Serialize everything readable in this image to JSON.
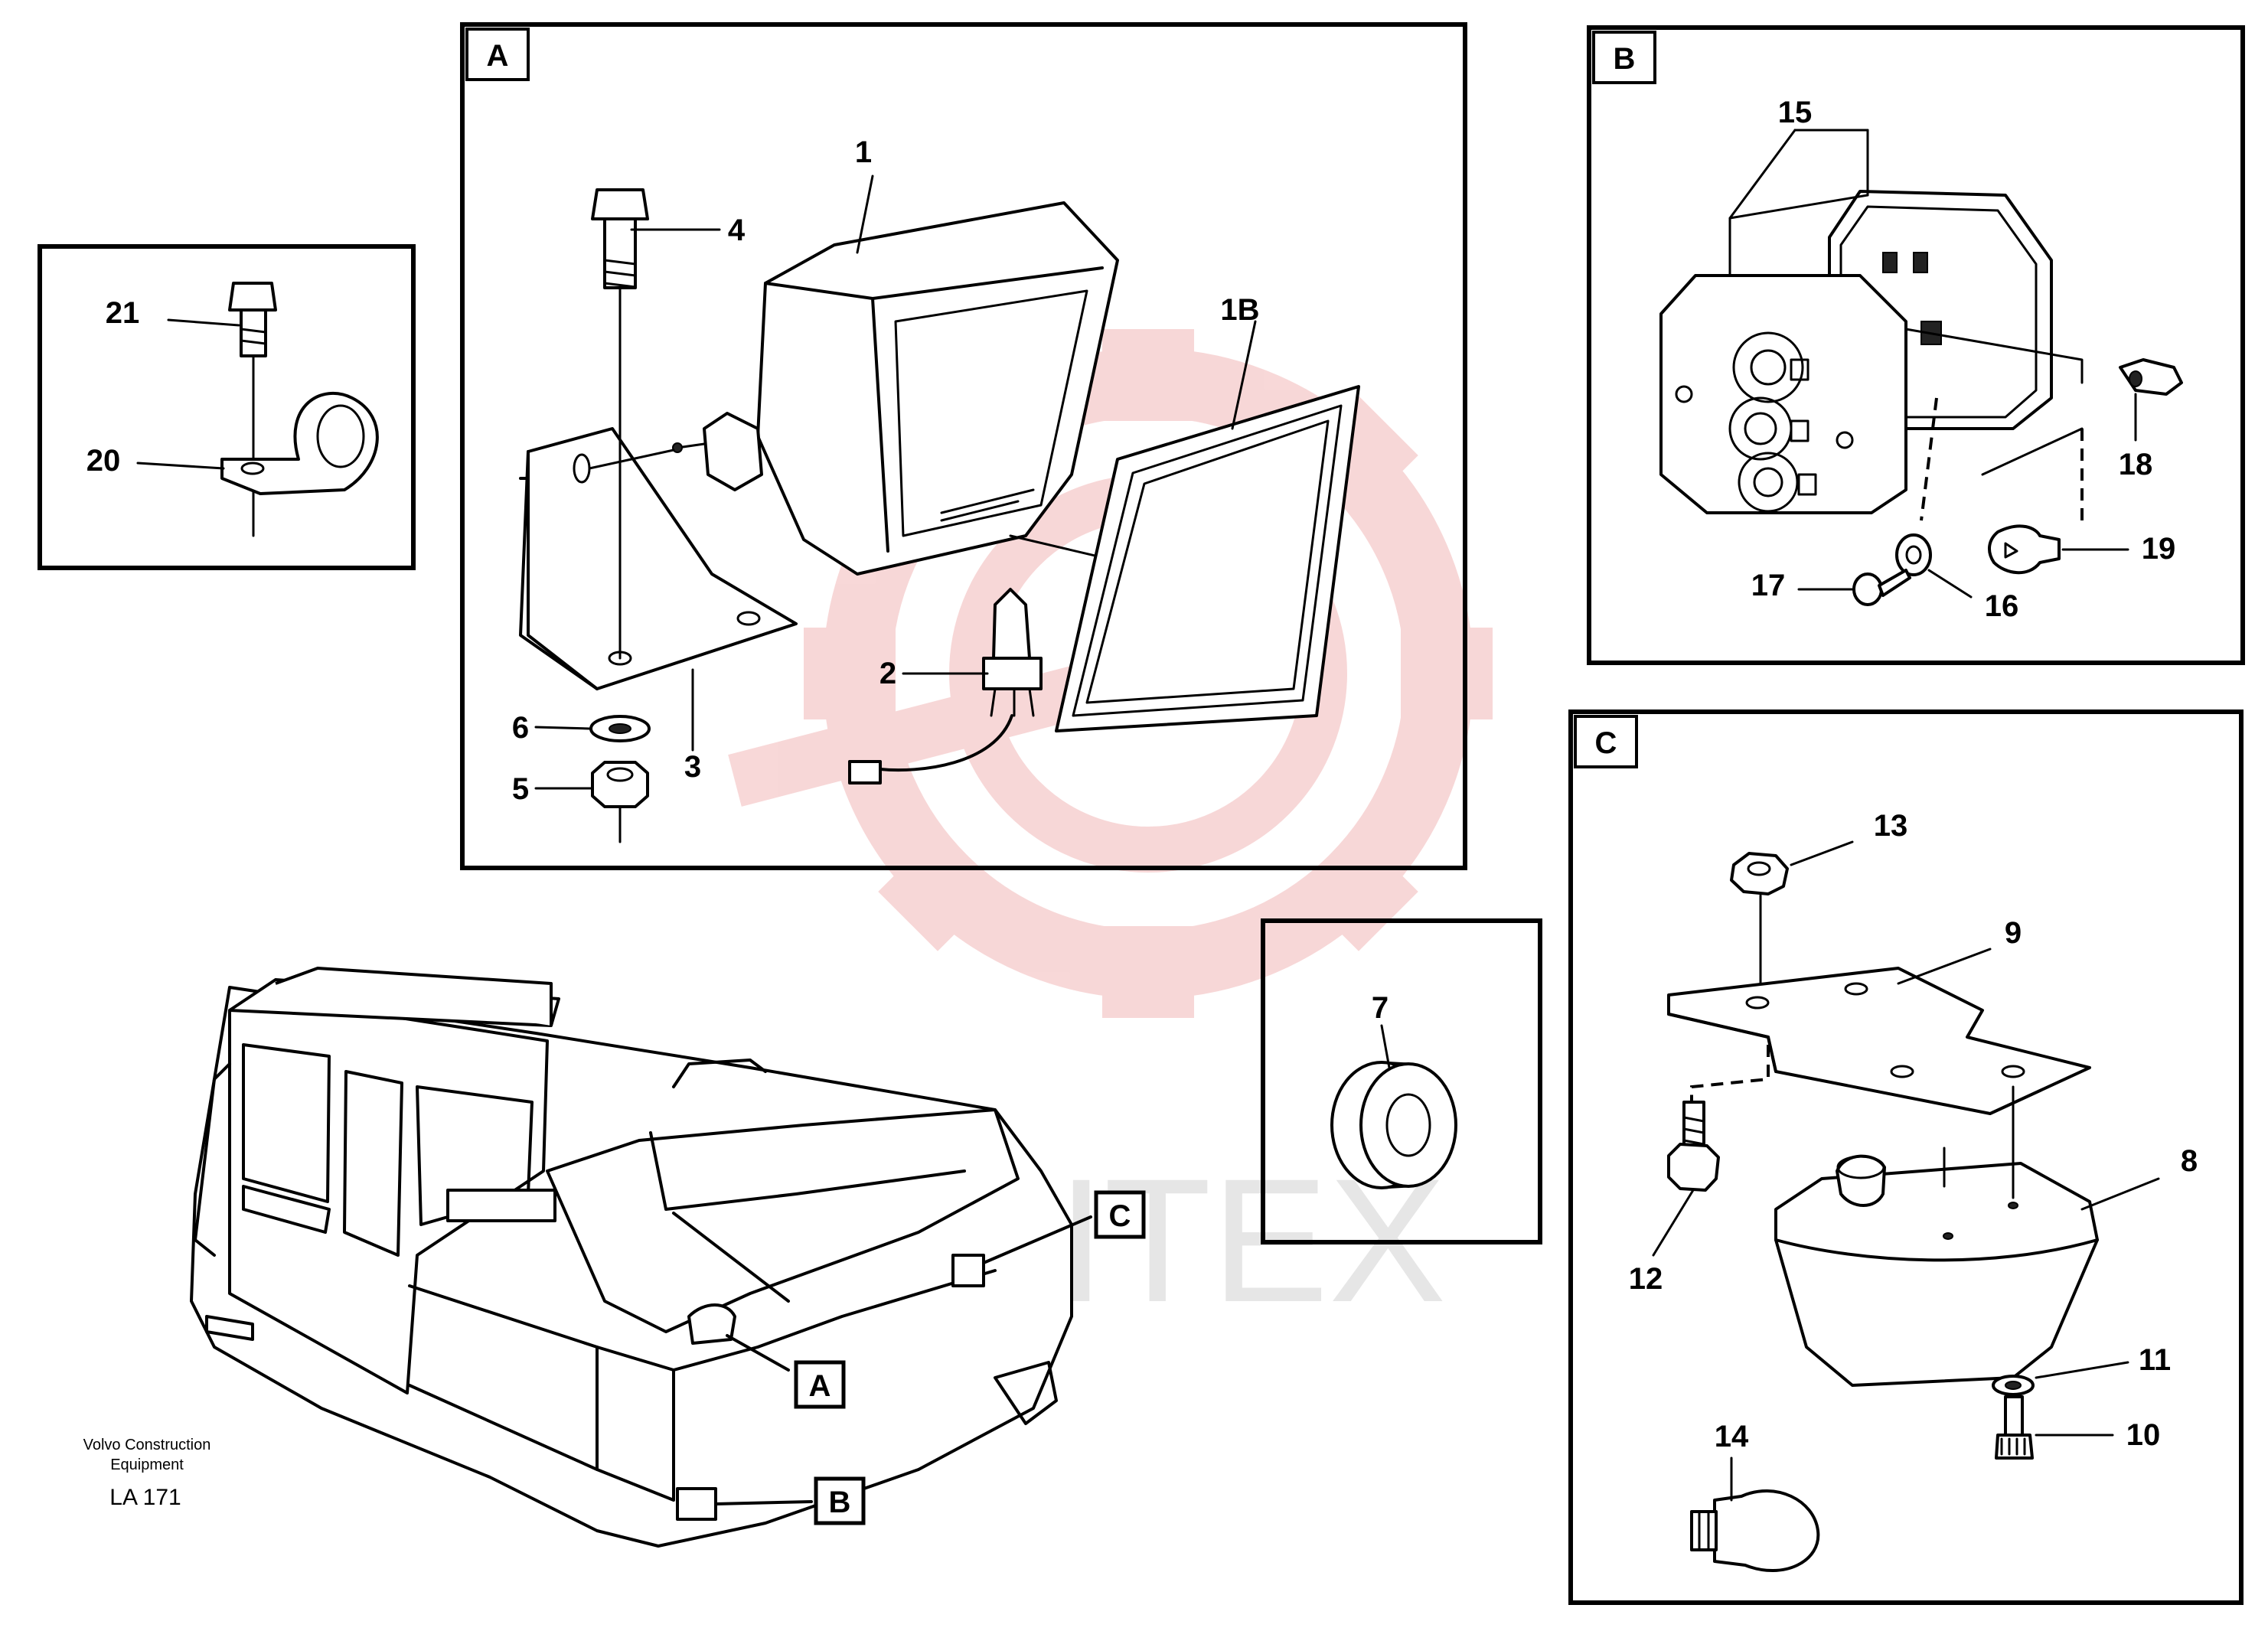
{
  "panels": {
    "a": "A",
    "b": "B",
    "c": "C"
  },
  "callouts": {
    "a": "A",
    "b": "B",
    "c": "C"
  },
  "parts": {
    "p1": "1",
    "p1b": "1B",
    "p2": "2",
    "p3": "3",
    "p4": "4",
    "p5": "5",
    "p6": "6",
    "p7": "7",
    "p8": "8",
    "p9": "9",
    "p10": "10",
    "p11": "11",
    "p12": "12",
    "p13": "13",
    "p14": "14",
    "p15": "15",
    "p16": "16",
    "p17": "17",
    "p18": "18",
    "p19": "19",
    "p20": "20",
    "p21": "21"
  },
  "caption": {
    "line1": "Volvo Construction",
    "line2": "Equipment",
    "code": "LA 171"
  },
  "watermark": {
    "text": "ИНТЕХ",
    "color": "#f2c4c4"
  }
}
